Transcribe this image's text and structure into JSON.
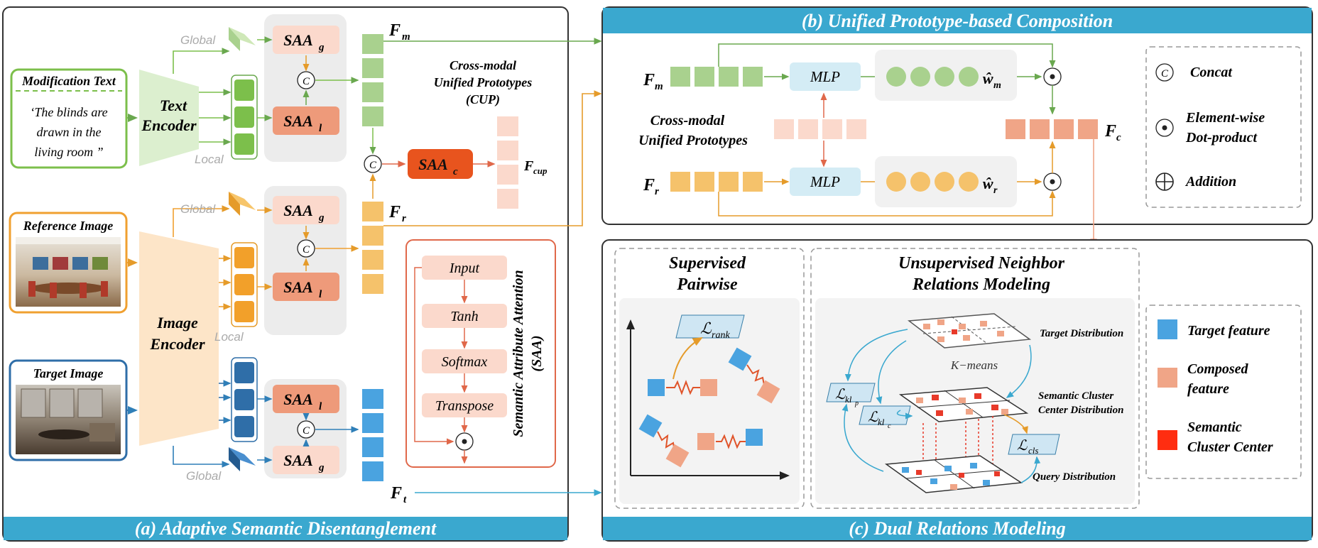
{
  "panels": {
    "a_title": "(a) Adaptive Semantic Disentanglement",
    "b_title": "(b) Unified Prototype-based Composition",
    "c_title": "(c) Dual Relations Modeling"
  },
  "inputs": {
    "modification_text_label": "Modification Text",
    "modification_text_lines": [
      "‘The blinds are",
      "drawn in the",
      "living room ”"
    ],
    "reference_image_label": "Reference Image",
    "target_image_label": "Target Image"
  },
  "encoders": {
    "text_line1": "Text",
    "text_line2": "Encoder",
    "image_line1": "Image",
    "image_line2": "Encoder"
  },
  "labels": {
    "global": "Global",
    "local": "Local"
  },
  "saa": {
    "g_base": "SAA",
    "g_sub": "g",
    "l_base": "SAA",
    "l_sub": "l",
    "c_base": "SAA",
    "c_sub": "c",
    "concat_symbol": "C",
    "dot_symbol": "⊙"
  },
  "features": {
    "base": "F",
    "m": "m",
    "r": "r",
    "t": "t",
    "c": "c",
    "cup": "cup",
    "w_hat": "ŵ"
  },
  "cup_title": [
    "Cross-modal",
    "Unified Prototypes",
    "(CUP)"
  ],
  "attention": {
    "title": "Semantic Attribute Attention",
    "abbr": "(SAA)",
    "steps": [
      "Input",
      "Tanh",
      "Softmax",
      "Transpose"
    ]
  },
  "composition": {
    "mlp": "MLP",
    "prototypes_line1": "Cross-modal",
    "prototypes_line2": "Unified Prototypes"
  },
  "legend_b": {
    "concat": "Concat",
    "dot_line1": "Element-wise",
    "dot_line2": "Dot-product",
    "add": "Addition"
  },
  "dual": {
    "supervised_line1": "Supervised",
    "supervised_line2": "Pairwise",
    "unsup_line1": "Unsupervised Neighbor",
    "unsup_line2": "Relations Modeling",
    "l_base": "ℒ",
    "rank": "rank",
    "kl_p": "kl",
    "p": "p",
    "kl_c": "kl",
    "c": "c",
    "cls": "cls",
    "target_distribution": "Target Distribution",
    "kmeans": "K−means",
    "semantic_center_line1": "Semantic Cluster",
    "semantic_center_line2": "Center Distribution",
    "query_distribution": "Query Distribution"
  },
  "legend_c": {
    "target": "Target feature",
    "composed_line1": "Composed",
    "composed_line2": "feature",
    "center_line1": "Semantic",
    "center_line2": "Cluster Center"
  },
  "colors": {
    "banner": "#3aa8cf",
    "green": "#a9d18e",
    "green_dark": "#6aa84f",
    "orange": "#f5c26b",
    "orange_dark": "#e59b2a",
    "blue": "#4aa3e0",
    "blue_dark": "#2f6ea8",
    "salmon": "#f0a587",
    "saa_light": "#fbd9cc",
    "saa_mid": "#ee9a7a",
    "saa_c": "#e8541e",
    "mlp": "#d4ecf5"
  }
}
